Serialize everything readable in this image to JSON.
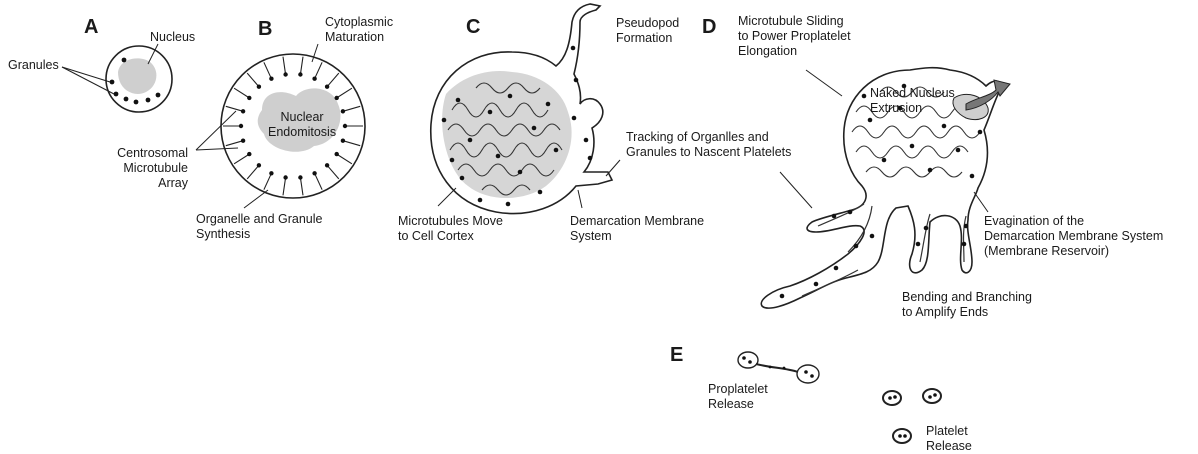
{
  "panels": {
    "a": {
      "letter": "A",
      "labels": {
        "nucleus": "Nucleus",
        "granules": "Granules"
      }
    },
    "b": {
      "letter": "B",
      "labels": {
        "cytoplasmic": "Cytoplasmic\nMaturation",
        "nuclear": "Nuclear\nEndomitosis",
        "centrosomal": "Centrosomal\nMicrotubule\nArray",
        "organelle": "Organelle and Granule\nSynthesis"
      }
    },
    "c": {
      "letter": "C",
      "labels": {
        "pseudopod": "Pseudopod\nFormation",
        "tracking": "Tracking of Organlles and\nGranules to Nascent Platelets",
        "microtubules_move": "Microtubules Move\nto Cell Cortex",
        "demarcation": "Demarcation Membrane\nSystem"
      }
    },
    "d": {
      "letter": "D",
      "labels": {
        "sliding": "Microtubule Sliding\nto Power Proplatelet\nElongation",
        "naked": "Naked Nucleus\nExtrusion",
        "evagination": "Evagination of the\nDemarcation Membrane System\n(Membrane Reservoir)",
        "bending": "Bending and Branching\nto Amplify Ends"
      }
    },
    "e": {
      "letter": "E",
      "labels": {
        "proplatelet": "Proplatelet\nRelease",
        "platelet": "Platelet\nRelease"
      }
    }
  }
}
